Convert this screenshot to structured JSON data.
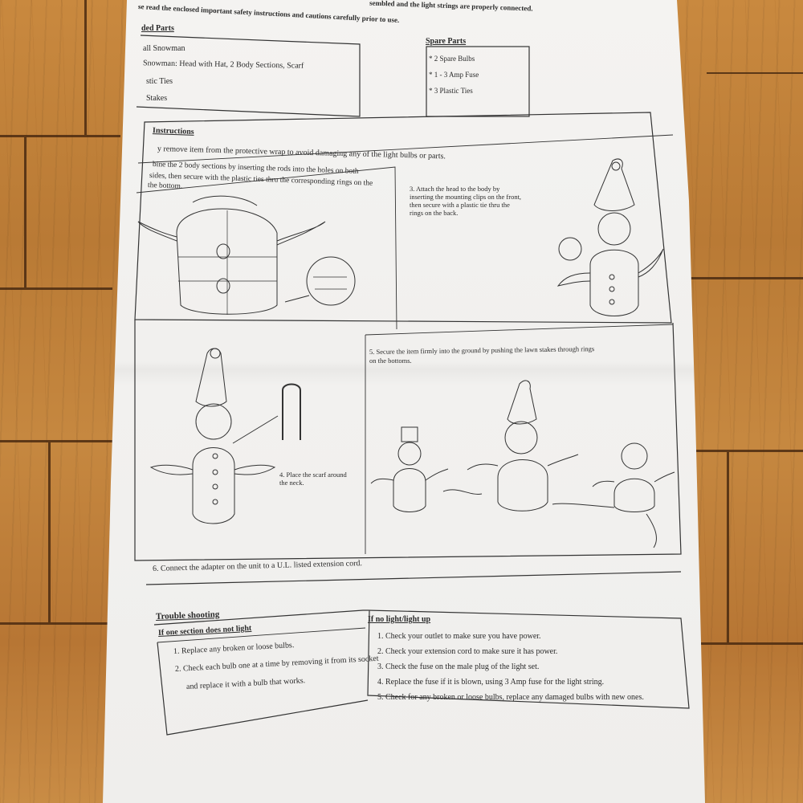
{
  "header": {
    "line1": "sembled and the light strings are properly connected.",
    "line2": "se read the enclosed important safety instructions and cautions carefully prior to use."
  },
  "included_parts": {
    "title": "ded Parts",
    "items": [
      "all Snowman",
      "Snowman: Head with Hat, 2 Body Sections, Scarf",
      "stic Ties",
      "Stakes"
    ]
  },
  "spare_parts": {
    "title": "Spare Parts",
    "items": [
      "* 2 Spare Bulbs",
      "* 1 - 3 Amp Fuse",
      "* 3 Plastic Ties"
    ]
  },
  "instructions": {
    "title": "Instructions",
    "step1": "y remove item from the protective wrap to avoid damaging any of the light bulbs or parts.",
    "step2_lines": [
      "bine the 2 body sections by inserting the rods into the holes on both",
      "sides, then secure with the plastic ties thru the corresponding rings on the",
      "the bottom."
    ],
    "step3_lines": [
      "3. Attach the head to the body by",
      "inserting the mounting clips on the front,",
      "then secure with a plastic tie thru the",
      "rings on the back."
    ],
    "step4_lines": [
      "4. Place the scarf around",
      "the neck."
    ],
    "step5_lines": [
      "5. Secure the item firmly into the ground by pushing the lawn stakes through rings",
      "on the bottoms."
    ],
    "step6": "6. Connect the adapter on the unit to a U.L. listed extension cord."
  },
  "troubleshooting": {
    "title": "Trouble shooting",
    "one_section": {
      "title": "If one section does not light",
      "items": [
        "1. Replace any broken or loose bulbs.",
        "2. Check each bulb one at a time by removing it from its socket",
        "and replace it with a bulb that works."
      ]
    },
    "no_light": {
      "title": "If no light/light up",
      "items": [
        "1. Check your outlet to make sure you have power.",
        "2. Check your extension cord to make sure it has power.",
        "3. Check the fuse on the male plug of the light set.",
        "4. Replace the fuse if it is blown, using 3 Amp fuse for the light string.",
        "5. Check for any broken or loose bulbs, replace any damaged bulbs with new ones."
      ]
    }
  },
  "colors": {
    "paper": "#f1f0ee",
    "ink": "#2a2a2a",
    "wood": "#c0823b"
  }
}
